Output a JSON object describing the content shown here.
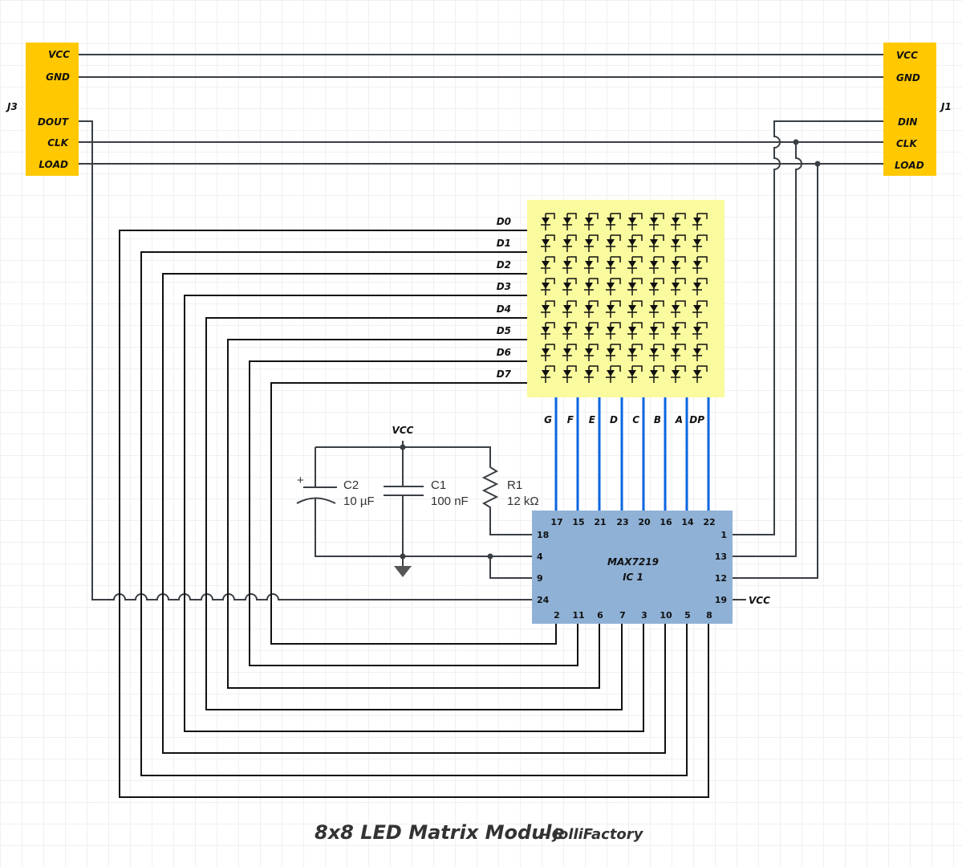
{
  "title": "8x8 LED Matrix Module",
  "subtitle": "- jolliFactory",
  "colors": {
    "connector": "#ffc800",
    "matrix_bg": "#fafa9e",
    "ic": "#8fb1d6",
    "column_wire": "#0a66e0",
    "wire": "#3a3f44"
  },
  "connectors": {
    "j3": {
      "name": "J3",
      "pins": [
        "VCC",
        "GND",
        "DOUT",
        "CLK",
        "LOAD"
      ]
    },
    "j1": {
      "name": "J1",
      "pins": [
        "VCC",
        "GND",
        "DIN",
        "CLK",
        "LOAD"
      ]
    }
  },
  "matrix": {
    "rows": [
      "D0",
      "D1",
      "D2",
      "D3",
      "D4",
      "D5",
      "D6",
      "D7"
    ],
    "columns": [
      "G",
      "F",
      "E",
      "D",
      "C",
      "B",
      "A",
      "DP"
    ]
  },
  "ic": {
    "name": "MAX7219",
    "ref": "IC 1",
    "top_pins": [
      "17",
      "15",
      "21",
      "23",
      "20",
      "16",
      "14",
      "22"
    ],
    "bottom_pins": [
      "2",
      "11",
      "6",
      "7",
      "3",
      "10",
      "5",
      "8"
    ],
    "left_pins": [
      "18",
      "4",
      "9",
      "24"
    ],
    "right_pins": [
      "1",
      "13",
      "12",
      "19"
    ],
    "vcc_label": "VCC"
  },
  "passives": {
    "vcc_label": "VCC",
    "c2": {
      "ref": "C2",
      "value": "10 µF",
      "polarity": "+"
    },
    "c1": {
      "ref": "C1",
      "value": "100 nF"
    },
    "r1": {
      "ref": "R1",
      "value": "12 kΩ"
    }
  }
}
